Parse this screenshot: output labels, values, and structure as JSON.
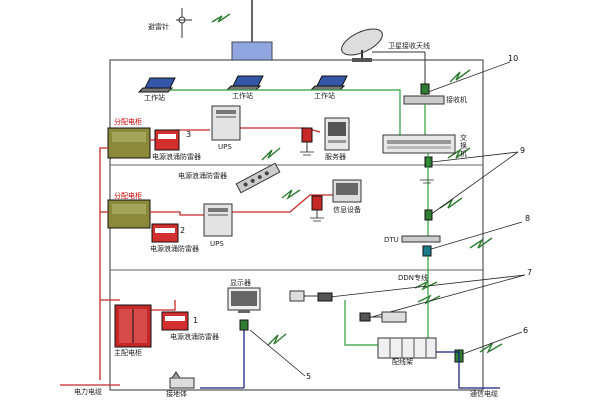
{
  "labels": {
    "lightning_rod": "避雷针",
    "satellite_antenna": "卫星接收天线",
    "receiver": "接收机",
    "workstation_1": "工作站",
    "workstation_2": "工作站",
    "workstation_3": "工作站",
    "dist_cabinet_1": "分配电柜",
    "dist_cabinet_2": "分配电柜",
    "ups_1": "UPS",
    "ups_2": "UPS",
    "power_spd_1": "电源浪涌防雷器",
    "power_spd_2": "电源浪涌防雷器",
    "power_spd_3": "电源浪涌防雷器",
    "power_spd_mid": "电源浪涌防雷器",
    "server": "服务器",
    "info_device": "信息设备",
    "switch_label": "交换机",
    "dtu": "DTU",
    "monitor": "显示器",
    "ddn_line": "DDN专线",
    "distribution_frame": "配线架",
    "main_cabinet": "主配电柜",
    "ground": "接地体",
    "power_cable": "电力电缆",
    "comm_cable": "通信电缆"
  },
  "numbers": {
    "n1": "1",
    "n2": "2",
    "n3": "3",
    "n5": "5",
    "n6": "6",
    "n7": "7",
    "n8": "8",
    "n9": "9",
    "n10": "10"
  },
  "colors": {
    "power_line": "#c62828",
    "data_line": "#2e9e3a",
    "comm_line": "#1a237e",
    "lightning": "#2e7d32",
    "building": "#555555"
  }
}
